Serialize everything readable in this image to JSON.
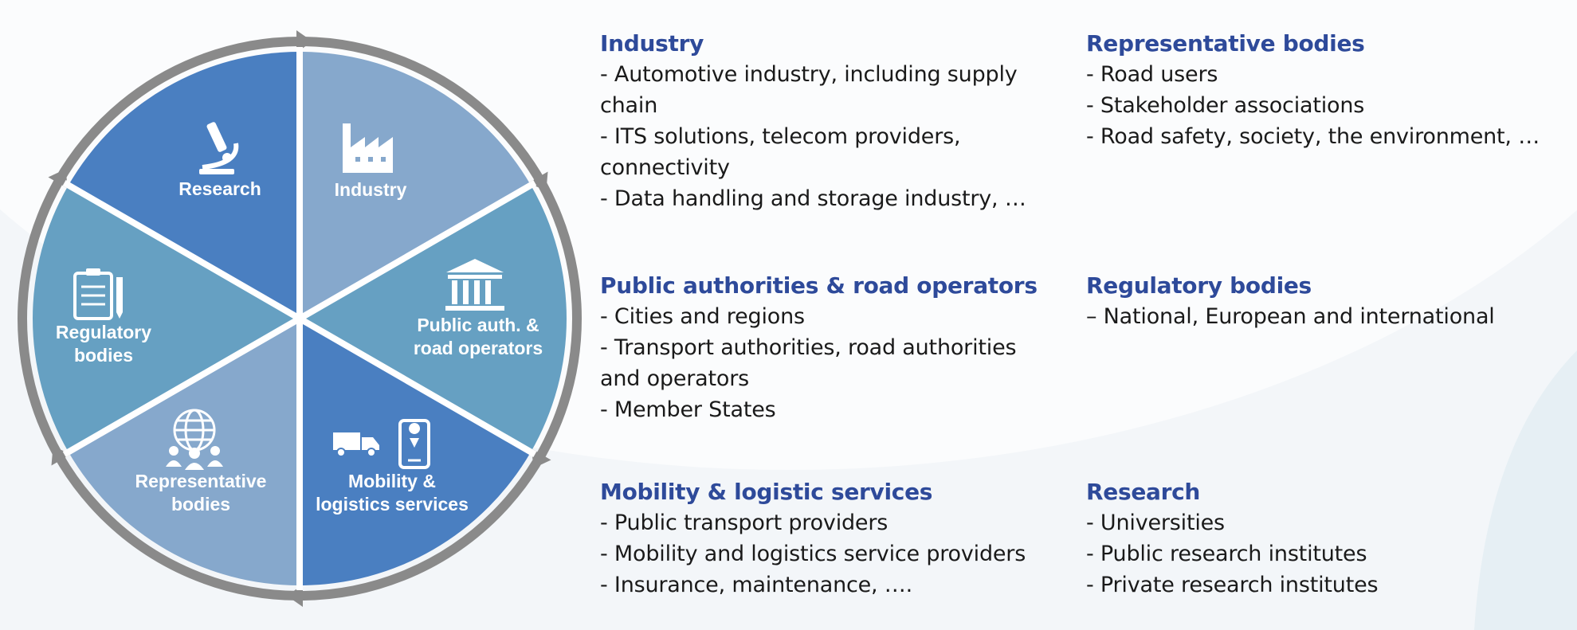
{
  "wheel": {
    "segments": [
      {
        "id": "industry",
        "label_lines": [
          "Industry"
        ],
        "color": "#86a8cc",
        "icon": "factory-icon"
      },
      {
        "id": "public",
        "label_lines": [
          "Public auth. &",
          "road operators"
        ],
        "color": "#66a0c2",
        "icon": "government-building-icon"
      },
      {
        "id": "mobility",
        "label_lines": [
          "Mobility &",
          "logistics services"
        ],
        "color": "#4a7fc1",
        "icon": "truck-phone-icon"
      },
      {
        "id": "representative",
        "label_lines": [
          "Representative",
          "bodies"
        ],
        "color": "#86a8cc",
        "icon": "people-globe-icon"
      },
      {
        "id": "regulatory",
        "label_lines": [
          "Regulatory",
          "bodies"
        ],
        "color": "#66a0c2",
        "icon": "clipboard-icon"
      },
      {
        "id": "research",
        "label_lines": [
          "Research"
        ],
        "color": "#4a7fc1",
        "icon": "microscope-icon"
      }
    ],
    "ring_color": "#8a8a8a"
  },
  "groups": {
    "industry": {
      "title": "Industry",
      "items": [
        "- Automotive industry, including supply chain",
        "- ITS solutions, telecom providers, connectivity",
        "- Data handling and storage industry, …"
      ]
    },
    "public": {
      "title": "Public authorities & road operators",
      "items": [
        "- Cities and regions",
        "- Transport authorities, road authorities and operators",
        "- Member States"
      ]
    },
    "mobility": {
      "title": "Mobility & logistic services",
      "items": [
        "- Public transport providers",
        "- Mobility and logistics service providers",
        "- Insurance, maintenance, …."
      ]
    },
    "representative": {
      "title": "Representative bodies",
      "items": [
        "- Road users",
        "- Stakeholder associations",
        "- Road safety, society, the environment, …"
      ]
    },
    "regulatory": {
      "title": "Regulatory bodies",
      "items": [
        "– National, European and international"
      ]
    },
    "research": {
      "title": "Research",
      "items": [
        "- Universities",
        "- Public research institutes",
        "- Private research institutes"
      ]
    }
  },
  "colors": {
    "heading": "#2e4a9a",
    "body_text": "#1a1a1a",
    "background_shape": "#eef3f8"
  }
}
